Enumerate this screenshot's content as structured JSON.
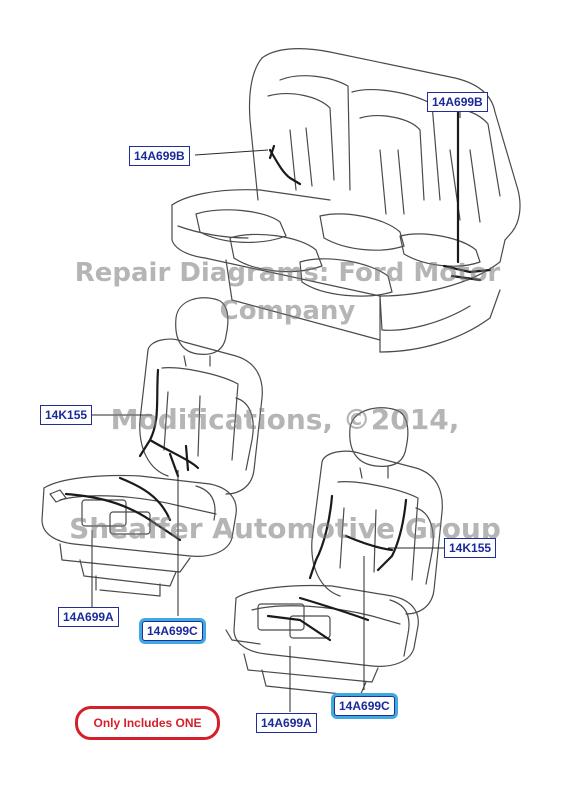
{
  "watermark": {
    "line1": "Repair Diagrams: Ford Motor",
    "line2": "Company",
    "line3": "Modifications, ©2014,",
    "line4": "Sheaffer Automotive Group"
  },
  "callouts": {
    "rear_left": "14A699B",
    "rear_right": "14A699B",
    "front_left_harness": "14K155",
    "front_left_base": "14A699A",
    "front_left_c": "14A699C",
    "front_right_harness": "14K155",
    "front_right_base": "14A699A",
    "front_right_c": "14A699C"
  },
  "note": "Only Includes ONE",
  "colors": {
    "callout_text": "#1a2a9a",
    "highlight": "#3fa9e0",
    "note_red": "#d4202a",
    "line_art": "#4a4a4a"
  }
}
